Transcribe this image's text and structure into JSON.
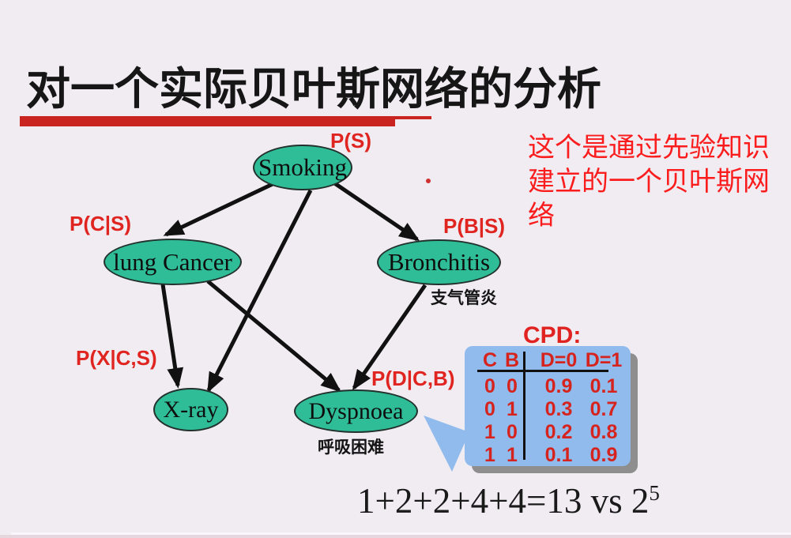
{
  "slide": {
    "title": "对一个实际贝叶斯网络的分析",
    "annotation": "这个是通过先验知识建立的一个贝叶斯网络",
    "formula": {
      "main": "1+2+2+4+4=13 vs 2",
      "exponent": "5"
    }
  },
  "network": {
    "nodes": [
      {
        "id": "smoking",
        "label": "Smoking",
        "prob_label": "P(S)"
      },
      {
        "id": "lung-cancer",
        "label": "lung Cancer",
        "prob_label": "P(C|S)"
      },
      {
        "id": "bronchitis",
        "label": "Bronchitis",
        "prob_label": "P(B|S)",
        "sublabel": "支气管炎"
      },
      {
        "id": "x-ray",
        "label": "X-ray",
        "prob_label": "P(X|C,S)"
      },
      {
        "id": "dyspnoea",
        "label": "Dyspnoea",
        "prob_label": "P(D|C,B)",
        "sublabel": "呼吸困难"
      }
    ],
    "edges": [
      {
        "from": "Smoking",
        "to": "lung Cancer"
      },
      {
        "from": "Smoking",
        "to": "Bronchitis"
      },
      {
        "from": "Smoking",
        "to": "X-ray"
      },
      {
        "from": "lung Cancer",
        "to": "X-ray"
      },
      {
        "from": "lung Cancer",
        "to": "Dyspnoea"
      },
      {
        "from": "Bronchitis",
        "to": "Dyspnoea"
      }
    ]
  },
  "cpd": {
    "title": "CPD:",
    "columns": [
      "C",
      "B",
      "D=0",
      "D=1"
    ],
    "rows": [
      [
        "0",
        "0",
        "0.9",
        "0.1"
      ],
      [
        "0",
        "1",
        "0.3",
        "0.7"
      ],
      [
        "1",
        "0",
        "0.2",
        "0.8"
      ],
      [
        "1",
        "1",
        "0.1",
        "0.9"
      ]
    ]
  },
  "colors": {
    "background": "#f0ecf2",
    "node_fill": "#2fbd98",
    "accent_red": "#e02420",
    "annotation_red": "#fb1d1d",
    "title_bar_red": "#c9241f",
    "cpd_box_blue": "#90bbec",
    "table_text_red": "#d6231d"
  }
}
